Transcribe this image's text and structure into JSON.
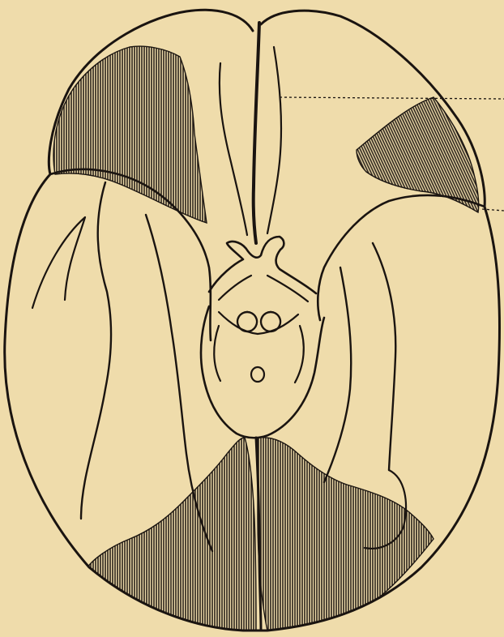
{
  "figure": {
    "subject": "inferior-view-of-brain",
    "style": "engraving line illustration with hatched shaded regions",
    "colors": {
      "paper": "#efdcab",
      "ink": "#1a1410",
      "hatch": "#2b231b"
    },
    "shaded_regions": [
      "left-frontal-lobe-shaded",
      "right-frontal-lobe-shaded",
      "left-occipital-lobe-shaded",
      "right-occipital-lobe-shaded"
    ],
    "leader_lines": 2,
    "text_labels": []
  }
}
